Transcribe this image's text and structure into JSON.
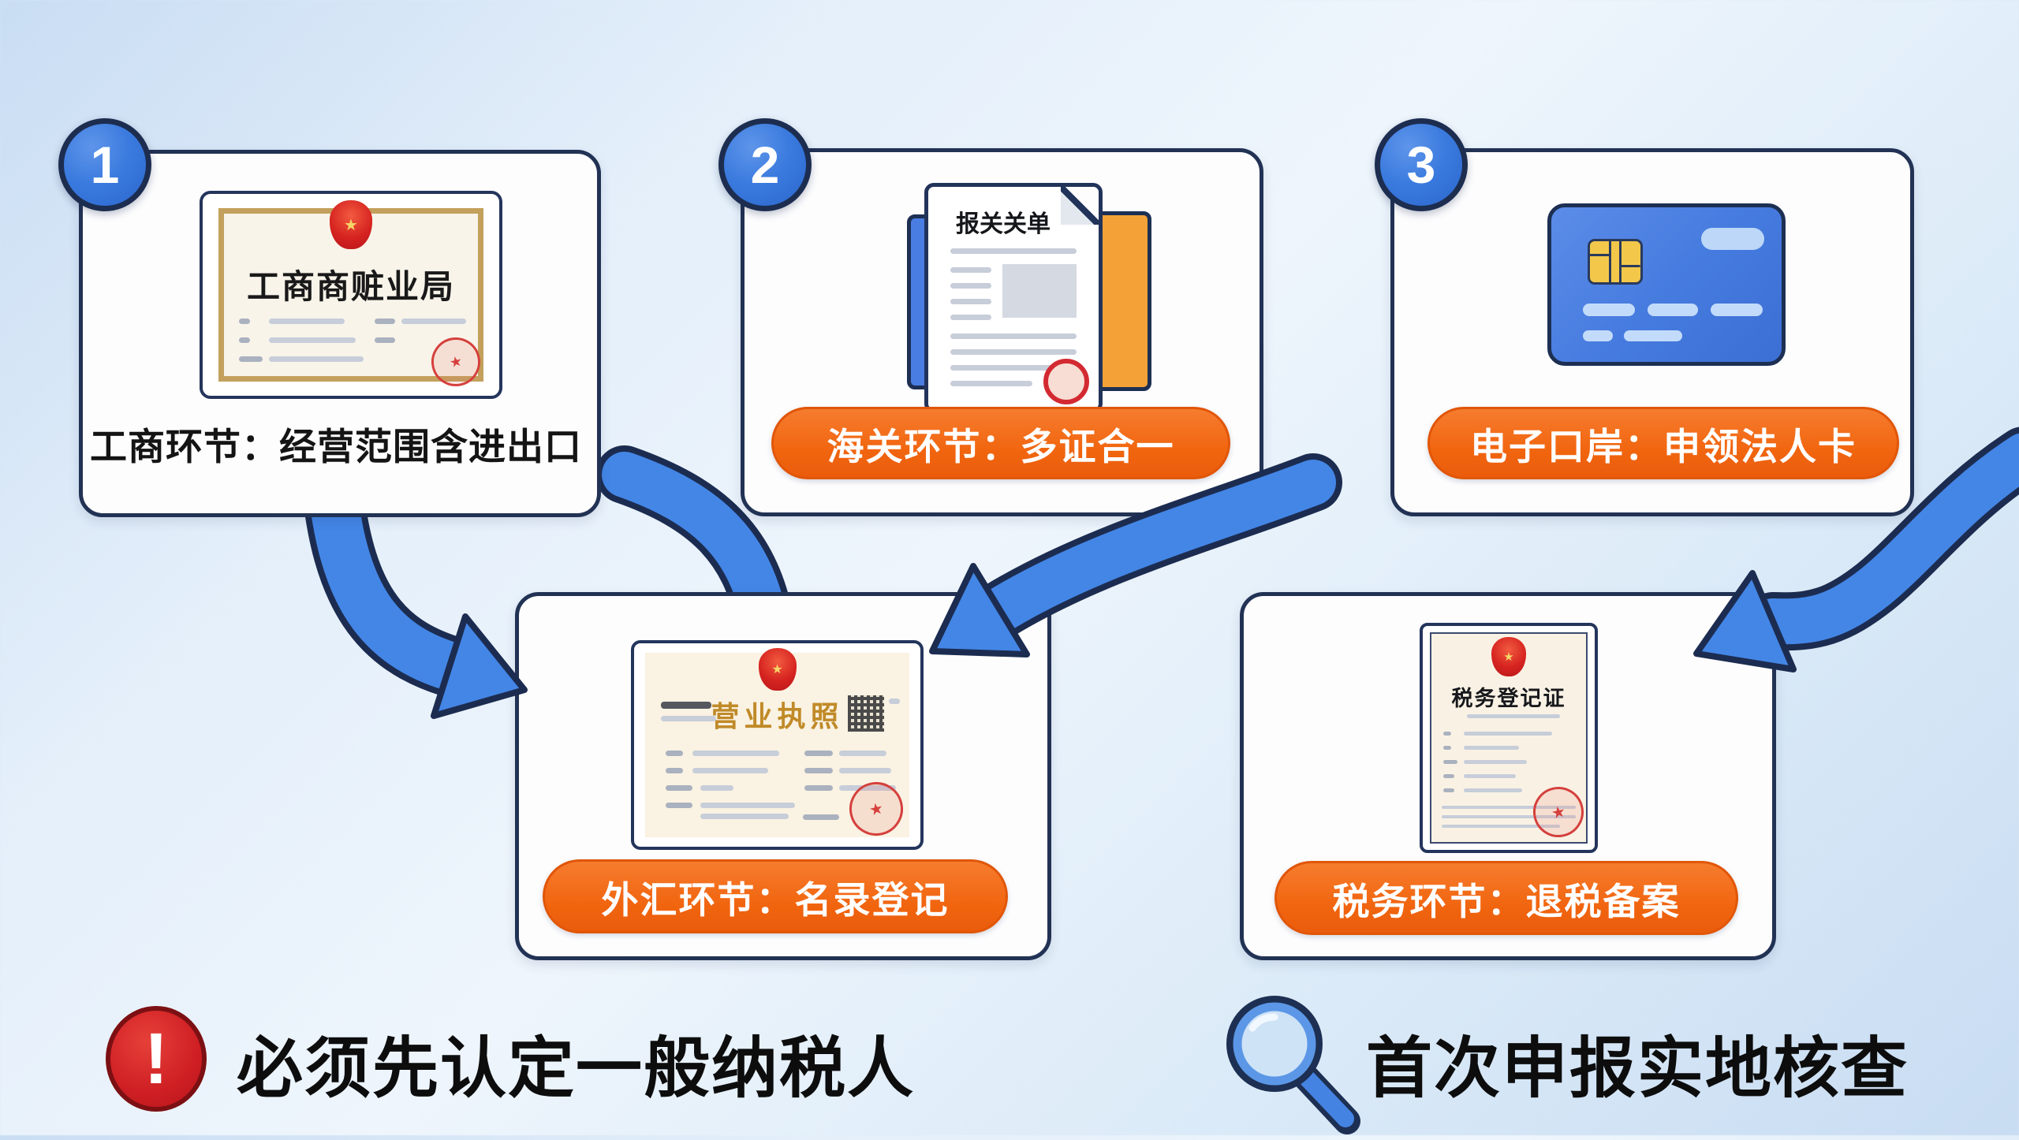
{
  "cards": {
    "step1": {
      "badge": "1",
      "caption": "工商环节：经营范围含进出口",
      "certificate_title": "工商商赃业局",
      "icons": [
        "national-emblem-icon",
        "red-seal-icon"
      ]
    },
    "step2": {
      "badge": "2",
      "pill_label": "海关环节：多证合一",
      "document_title": "报关关单",
      "icons": [
        "document-stack-icon",
        "red-seal-icon"
      ]
    },
    "step3": {
      "badge": "3",
      "pill_label": "电子口岸：申领法人卡",
      "icons": [
        "ic-card-icon",
        "chip-icon"
      ]
    },
    "step4": {
      "pill_label": "外汇环节：名录登记",
      "certificate_title": "营业执照",
      "icons": [
        "national-emblem-icon",
        "qr-code-icon",
        "red-seal-icon"
      ]
    },
    "step5": {
      "pill_label": "税务环节：退税备案",
      "certificate_title": "税务登记证",
      "icons": [
        "national-emblem-icon",
        "red-seal-icon"
      ]
    }
  },
  "footnotes": {
    "warning": {
      "icon": "exclamation-icon",
      "text": "必须先认定一般纳税人"
    },
    "inspection": {
      "icon": "magnifier-icon",
      "text": "首次申报实地核查"
    }
  },
  "colors": {
    "accent_orange": "#f1650f",
    "arrow_blue": "#4386e6",
    "badge_blue": "#3a7ade",
    "outline_navy": "#1d2f52",
    "warning_red": "#cf1f24",
    "lens_blue": "#cfe3f7",
    "gold": "#c3a05c",
    "background_blue": "#d9e8f8"
  }
}
